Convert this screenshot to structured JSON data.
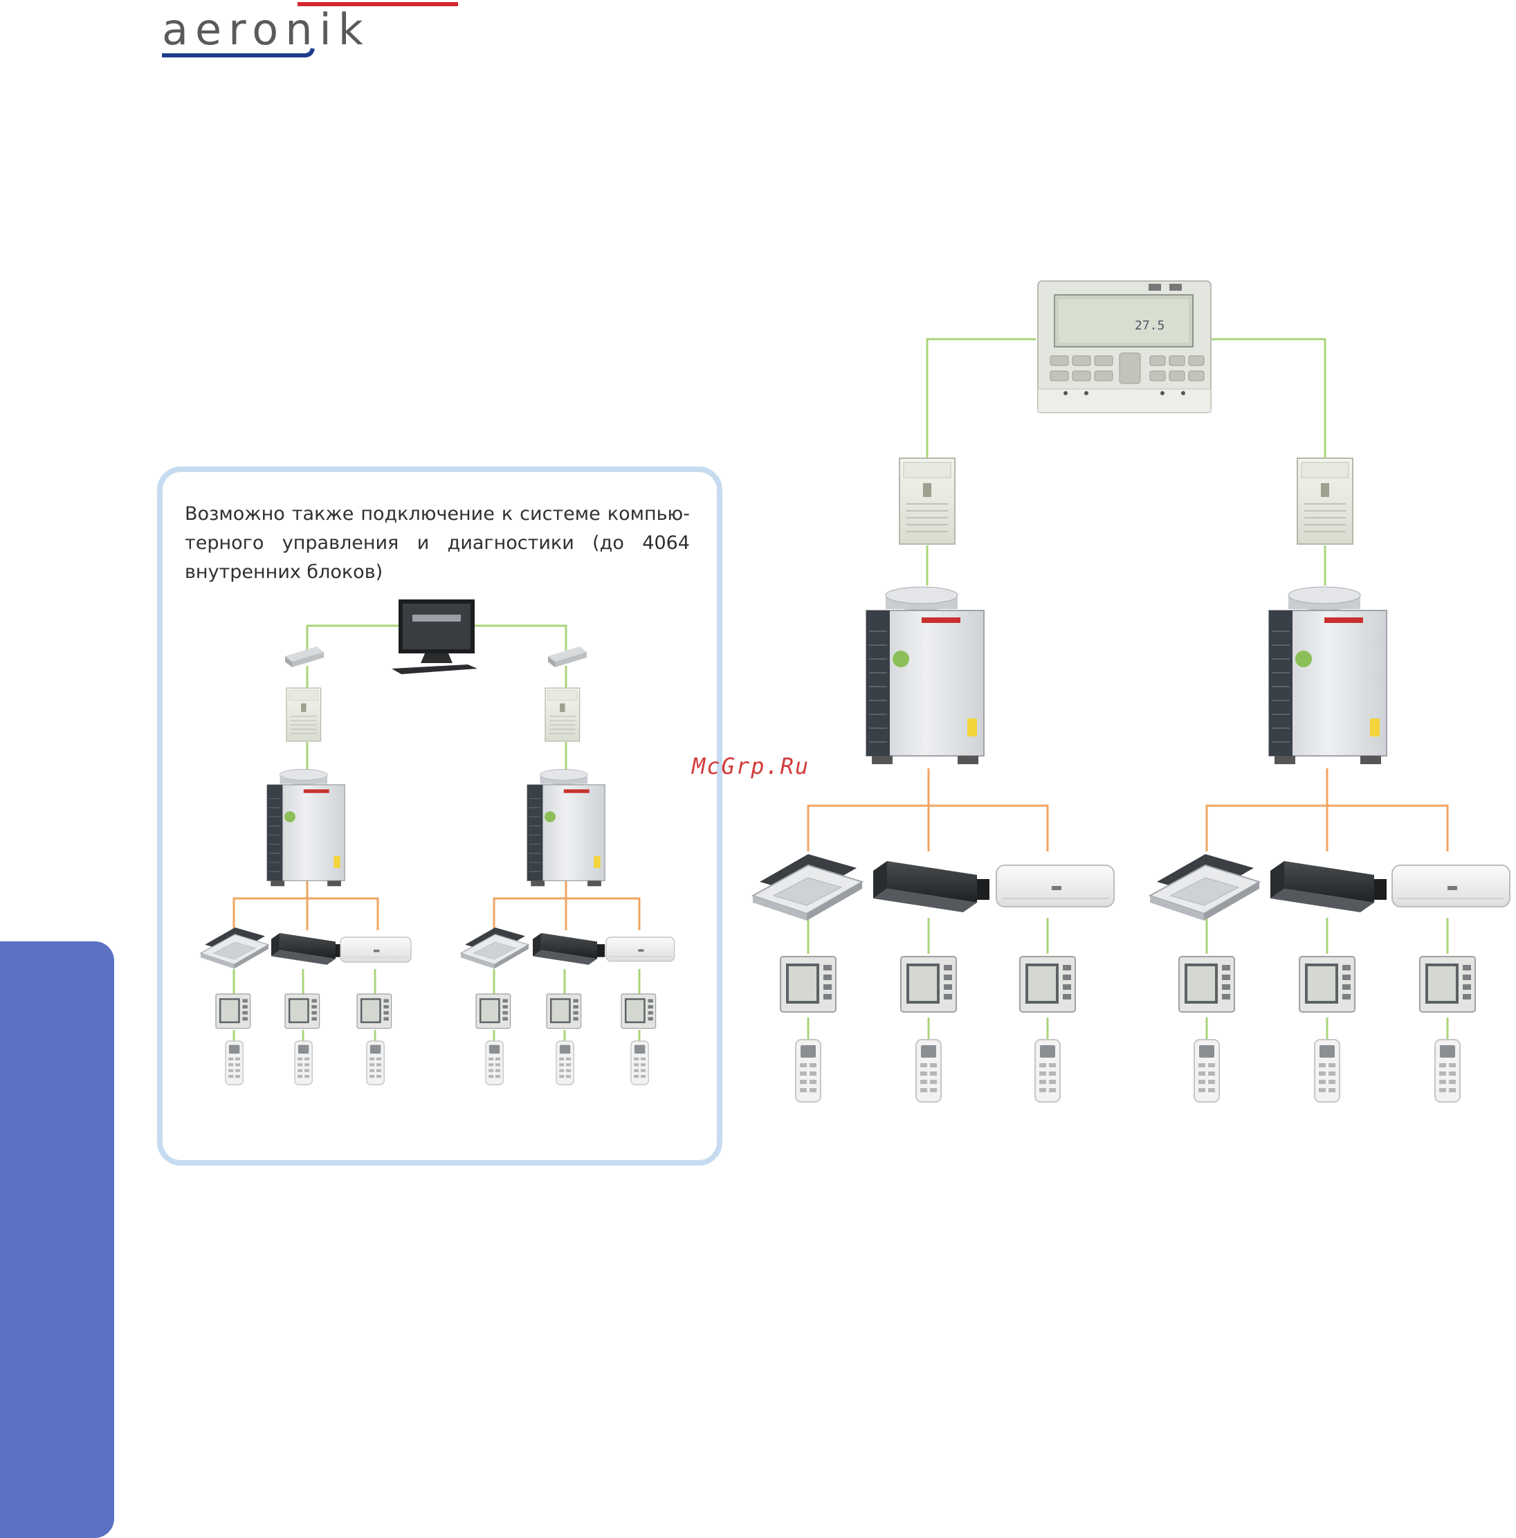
{
  "brand": {
    "logo_text": "aeronik"
  },
  "colors": {
    "signal_line": "#a9d47a",
    "refrigerant_line": "#f0a460",
    "side_tab": "#5b72c2",
    "panel_border": "#c5dcf0",
    "logo_text": "#5a5a5a",
    "logo_red": "#d6262f",
    "logo_blue": "#1f3d8c"
  },
  "panel": {
    "text": "Возможно также подключение к системе компью­терного управления и диагностики (до 4064 внутренних блоков)"
  },
  "watermark": "McGrp.Ru",
  "diagram": {
    "central_controller": {
      "icon": "central-controller-icon"
    },
    "computer": {
      "icon": "computer-monitor-icon"
    },
    "gateway": {
      "icon": "gateway-module-icon"
    },
    "outdoor_unit": {
      "icon": "outdoor-unit-icon"
    },
    "indoor_units": [
      "cassette-unit-icon",
      "duct-unit-icon",
      "wall-unit-icon"
    ],
    "wired_controller": {
      "icon": "wired-controller-icon"
    },
    "remote": {
      "icon": "remote-control-icon"
    }
  }
}
